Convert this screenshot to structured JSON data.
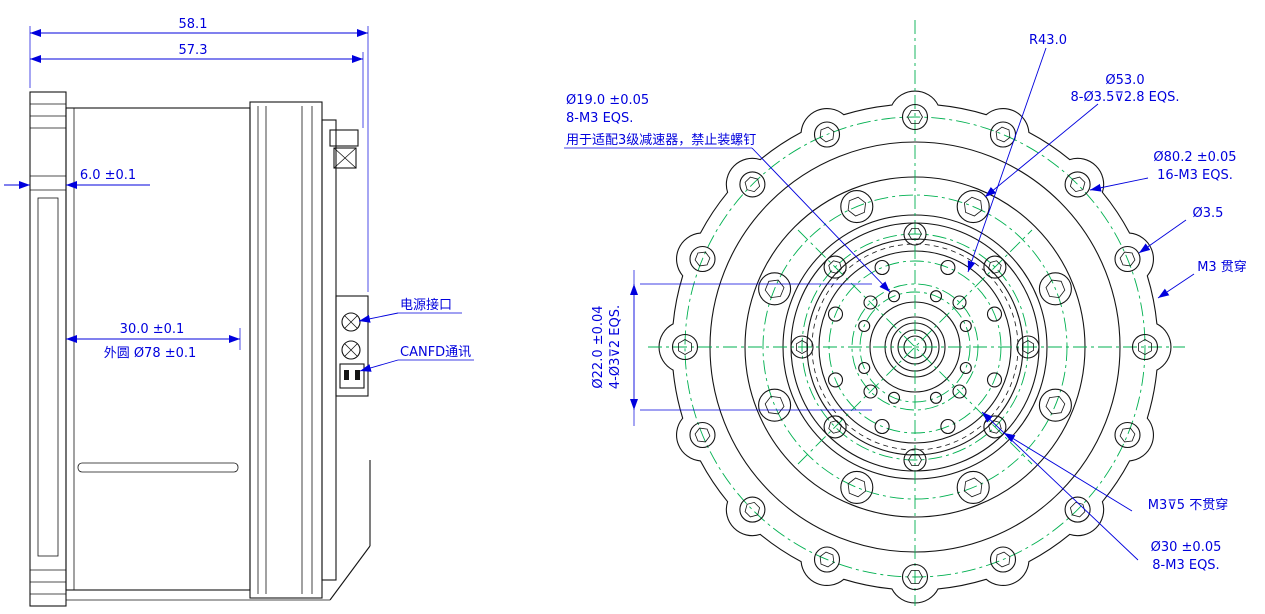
{
  "drawing": {
    "side_view": {
      "dim_width_total": "58.1",
      "dim_width_front": "57.3",
      "dim_step": "6.0 ±0.1",
      "dim_body": "30.0 ±0.1",
      "dim_outer_circle": "外圆 Ø78 ±0.1",
      "label_power": "电源接口",
      "label_canfd": "CANFD通讯"
    },
    "front_view": {
      "r43": "R43.0",
      "d53": "Ø53.0",
      "d53_holes": "8-Ø3.5⊽2.8 EQS.",
      "d19": "Ø19.0 ±0.05",
      "d19_holes": "8-M3 EQS.",
      "d19_note": "用于适配3级减速器，禁止装螺钉",
      "d80": "Ø80.2 ±0.05",
      "d80_holes": "16-M3 EQS.",
      "d35": "Ø3.5",
      "m3_through": "M3 贯穿",
      "d22": "Ø22.0 ±0.04",
      "d22_holes": "4-Ø3⊽2 EQS.",
      "m3_blind": "M3⊽5 不贯穿",
      "d30": "Ø30 ±0.05",
      "d30_holes": "8-M3 EQS."
    },
    "colors": {
      "dimension": "#0000dd",
      "outline": "#141414",
      "centerline": "#00b050"
    }
  }
}
